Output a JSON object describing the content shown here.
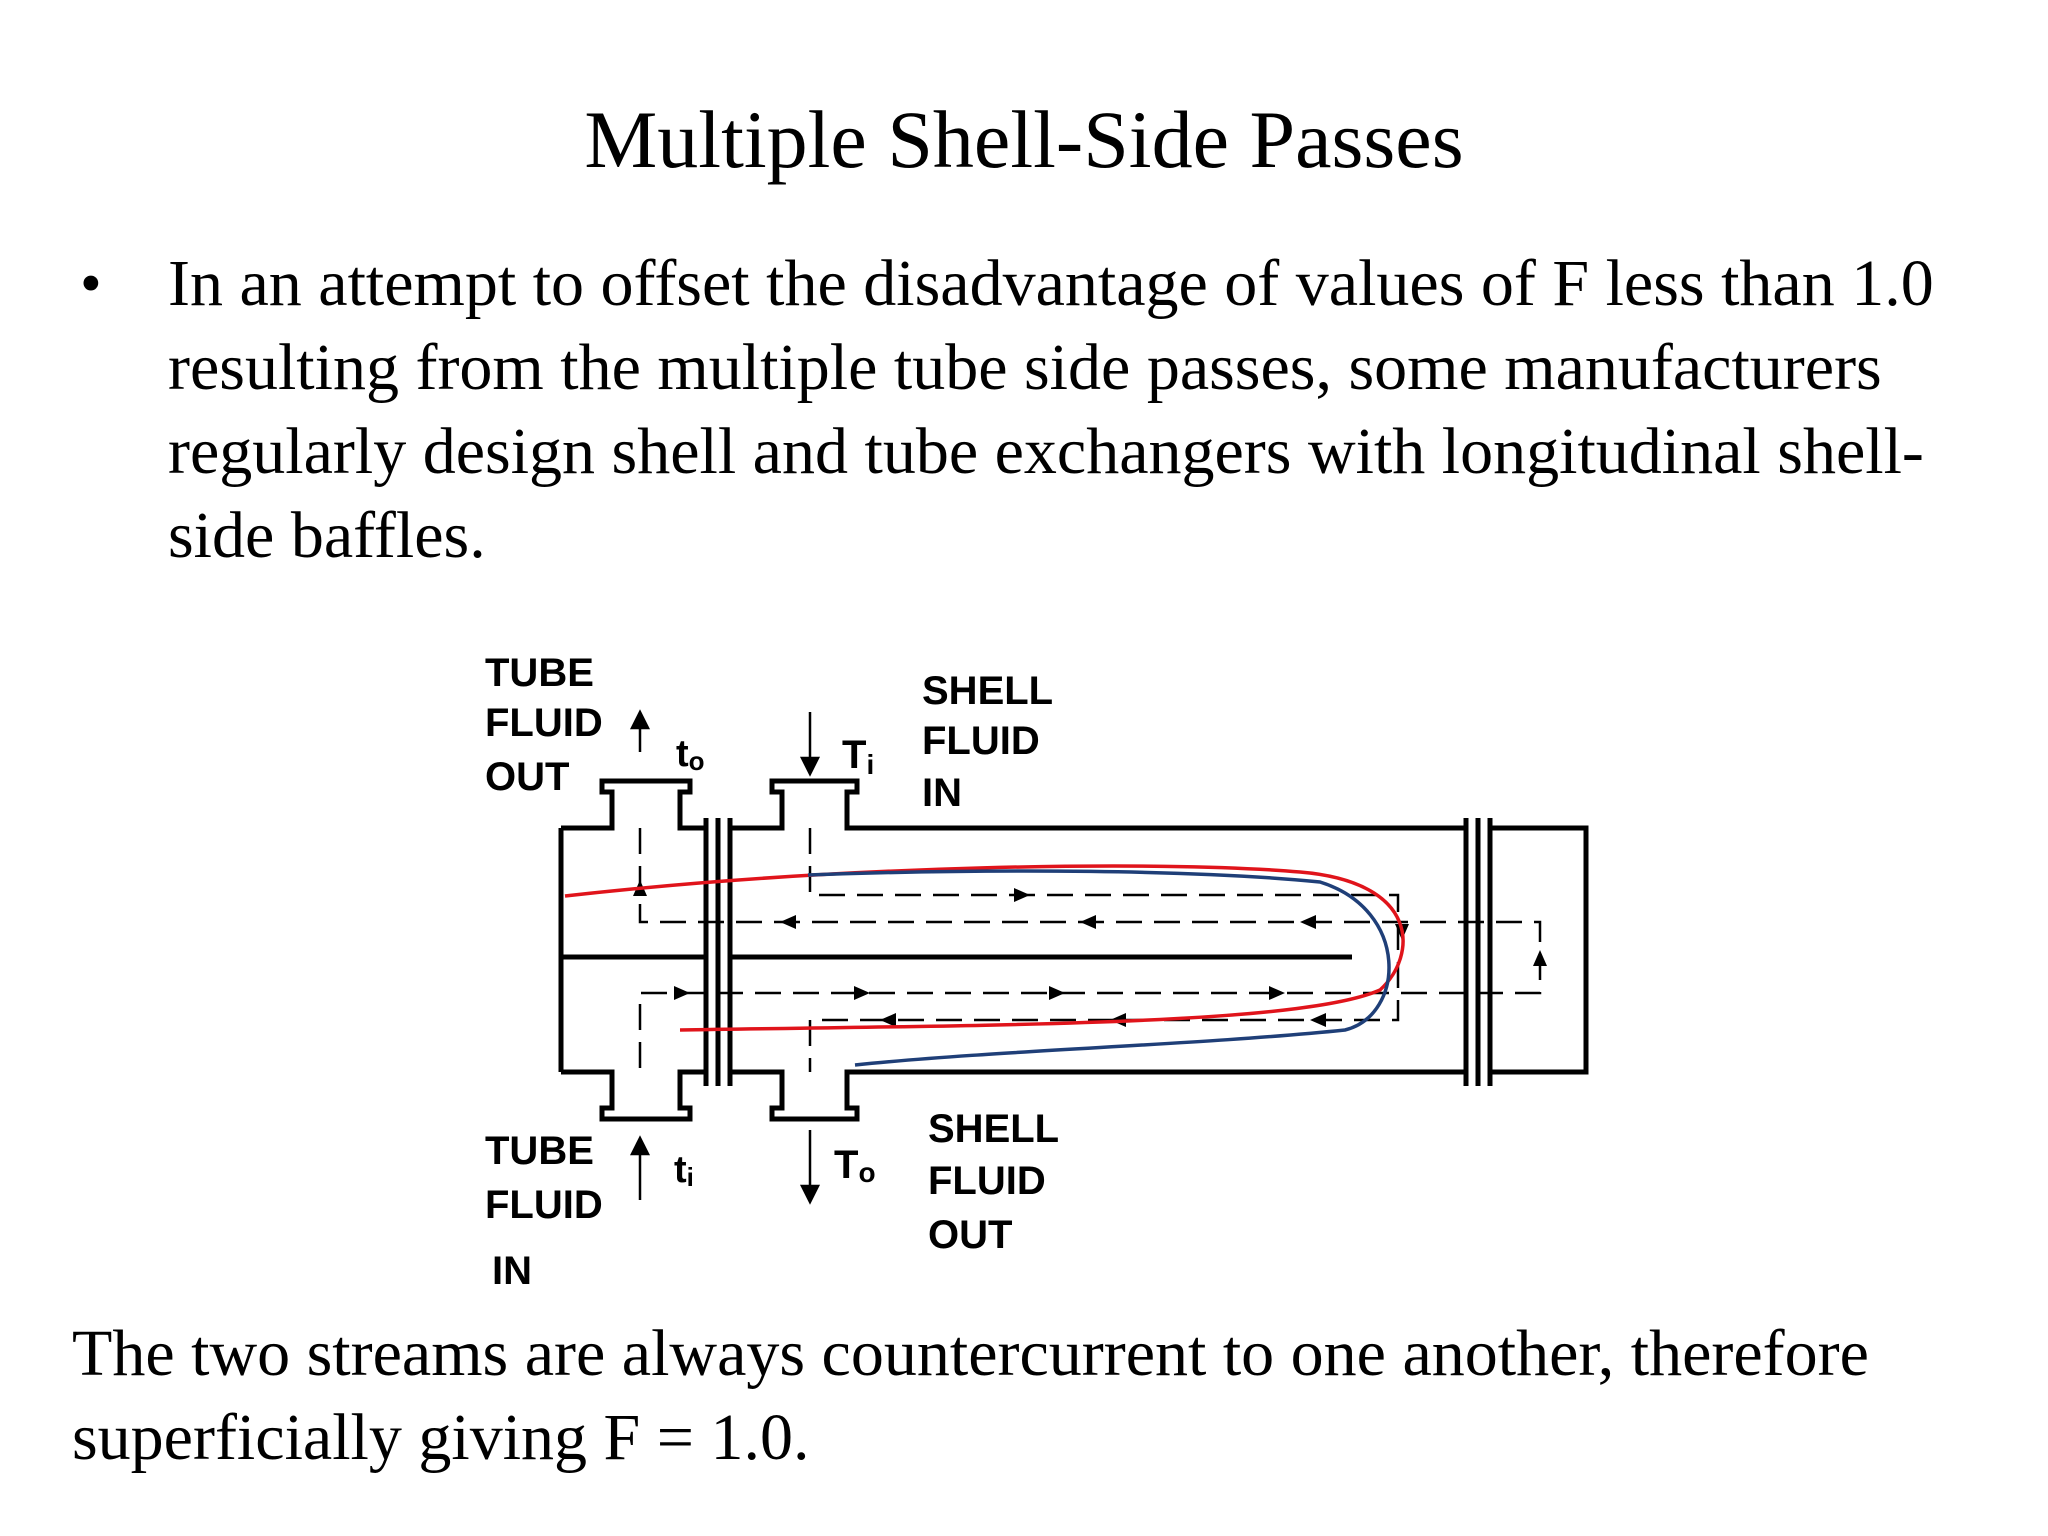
{
  "slide": {
    "title": "Multiple Shell-Side Passes",
    "bullet_text": "In an attempt to offset the disadvantage of values of F less than 1.0 resulting from the multiple tube side passes, some manufacturers regularly design shell and tube exchangers with longitudinal shell-side baffles.",
    "conclusion": "The two streams are always countercurrent to one another, therefore superficially giving F = 1.0."
  },
  "diagram": {
    "tube_out_line1": "TUBE",
    "tube_out_line2": "FLUID",
    "tube_out_line3": "OUT",
    "t_out_symbol": "t",
    "t_out_sub": "o",
    "shell_in_line1": "SHELL",
    "shell_in_line2": "FLUID",
    "shell_in_line3": "IN",
    "T_in_symbol": "T",
    "T_in_sub": "i",
    "tube_in_line1": "TUBE",
    "tube_in_line2": "FLUID",
    "tube_in_line3": "IN",
    "t_in_symbol": "t",
    "t_in_sub": "i",
    "shell_out_line1": "SHELL",
    "shell_out_line2": "FLUID",
    "shell_out_line3": "OUT",
    "T_out_symbol": "T",
    "T_out_sub": "o",
    "colors": {
      "tube_stream": "#e0141b",
      "shell_stream": "#1f3f78",
      "drawing": "#000000"
    }
  }
}
